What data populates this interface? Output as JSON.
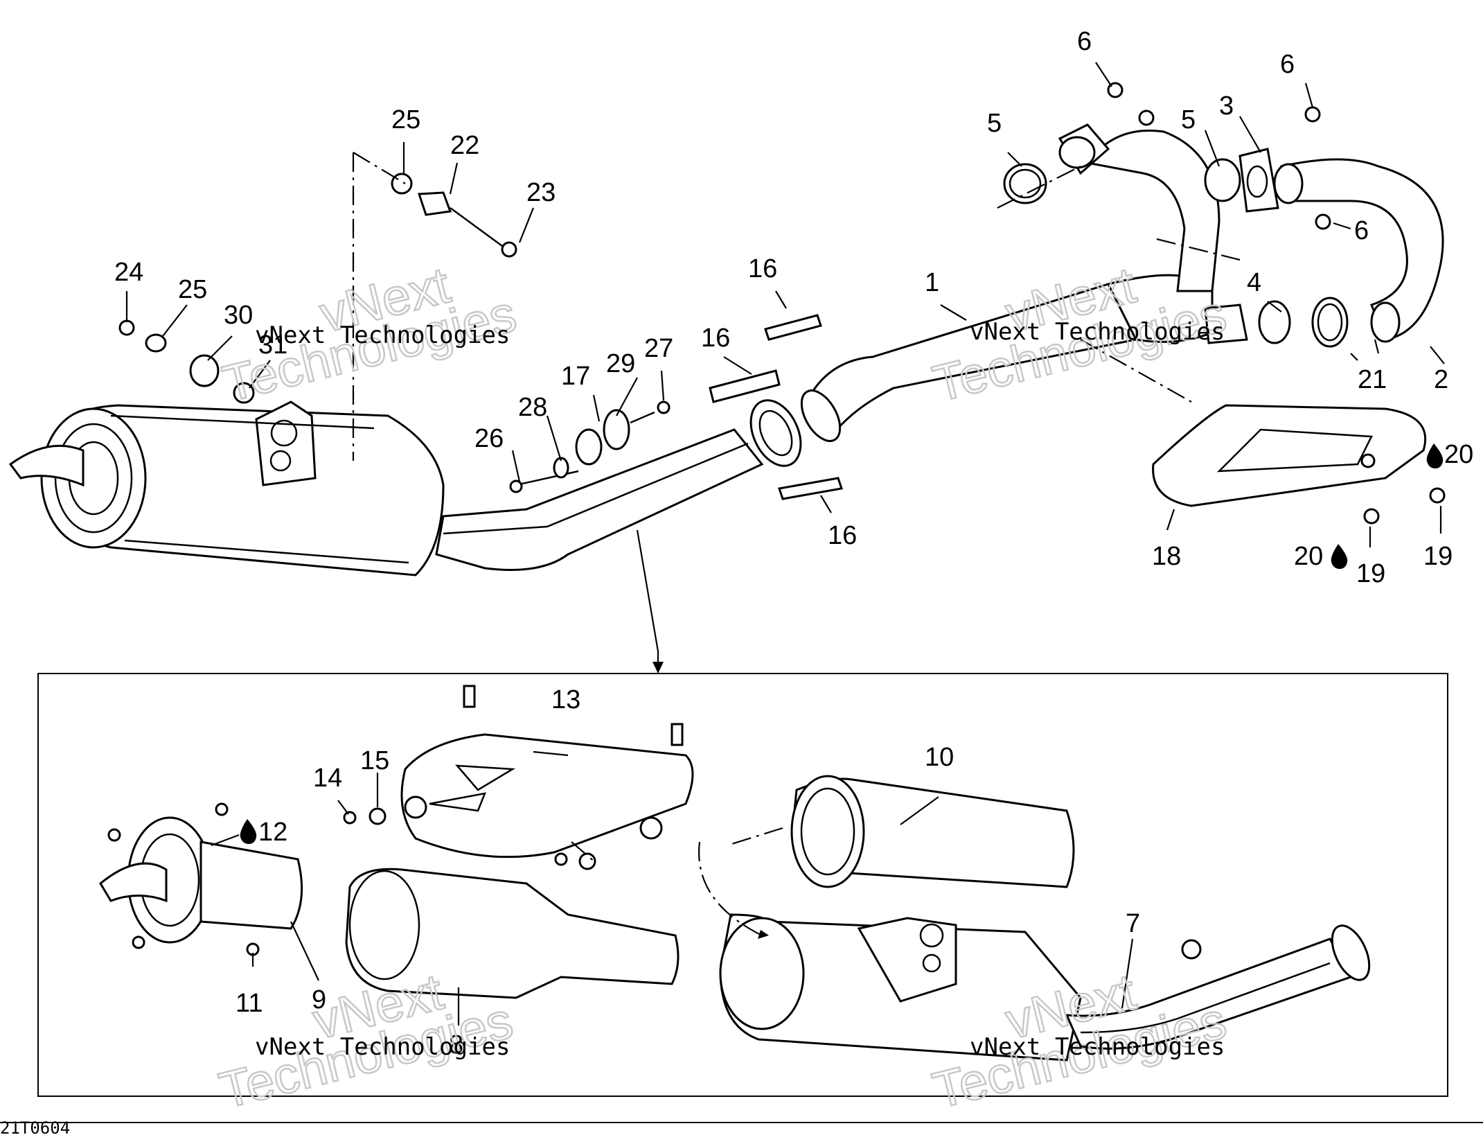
{
  "diagram": {
    "drawing_code": "21T0604",
    "watermark_line1": "vNext",
    "watermark_line2": "Technologies",
    "watermark_full": "vNext Technologies",
    "callouts": [
      "1",
      "2",
      "3",
      "4",
      "5",
      "5",
      "6",
      "6",
      "6",
      "7",
      "8",
      "9",
      "10",
      "11",
      "12",
      "13",
      "14",
      "15",
      "16",
      "16",
      "16",
      "17",
      "18",
      "19",
      "19",
      "20",
      "20",
      "21",
      "22",
      "23",
      "24",
      "25",
      "25",
      "26",
      "27",
      "28",
      "29",
      "30",
      "31"
    ],
    "drop_icon": "drop-icon",
    "colors": {
      "line": "#000000",
      "background": "#ffffff",
      "watermark": "#c8c8c8"
    }
  }
}
